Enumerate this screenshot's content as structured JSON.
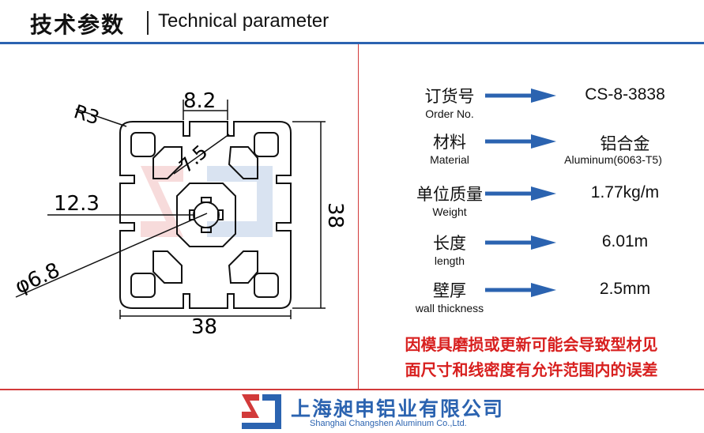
{
  "header": {
    "title_cn": "技术参数",
    "title_en": "Technical parameter"
  },
  "drawing": {
    "dim_r": "R3",
    "dim_slot": "8.2",
    "dim_inner": "7.5",
    "dim_center": "12.3",
    "dim_hole": "φ6.8",
    "dim_height": "38",
    "dim_width": "38"
  },
  "params": [
    {
      "label_cn": "订货号",
      "label_en": "Order No.",
      "value": "CS-8-3838",
      "value_sub": ""
    },
    {
      "label_cn": "材料",
      "label_en": "Material",
      "value": "铝合金",
      "value_sub": "Aluminum(6063-T5)"
    },
    {
      "label_cn": "单位质量",
      "label_en": "Weight",
      "value": "1.77kg/m",
      "value_sub": ""
    },
    {
      "label_cn": "长度",
      "label_en": "length",
      "value": "6.01m",
      "value_sub": ""
    },
    {
      "label_cn": "壁厚",
      "label_en": "wall thickness",
      "value": "2.5mm",
      "value_sub": ""
    }
  ],
  "notice": {
    "line1": "因模具磨损或更新可能会导致型材见",
    "line2": "面尺寸和线密度有允许范围内的误差"
  },
  "footer": {
    "company_cn": "上海昶申铝业有限公司",
    "company_en": "Shanghai Changshen Aluminum Co.,Ltd."
  },
  "colors": {
    "accent_blue": "#2b63b0",
    "accent_red": "#d23a3a",
    "notice_red": "#d8201f"
  }
}
